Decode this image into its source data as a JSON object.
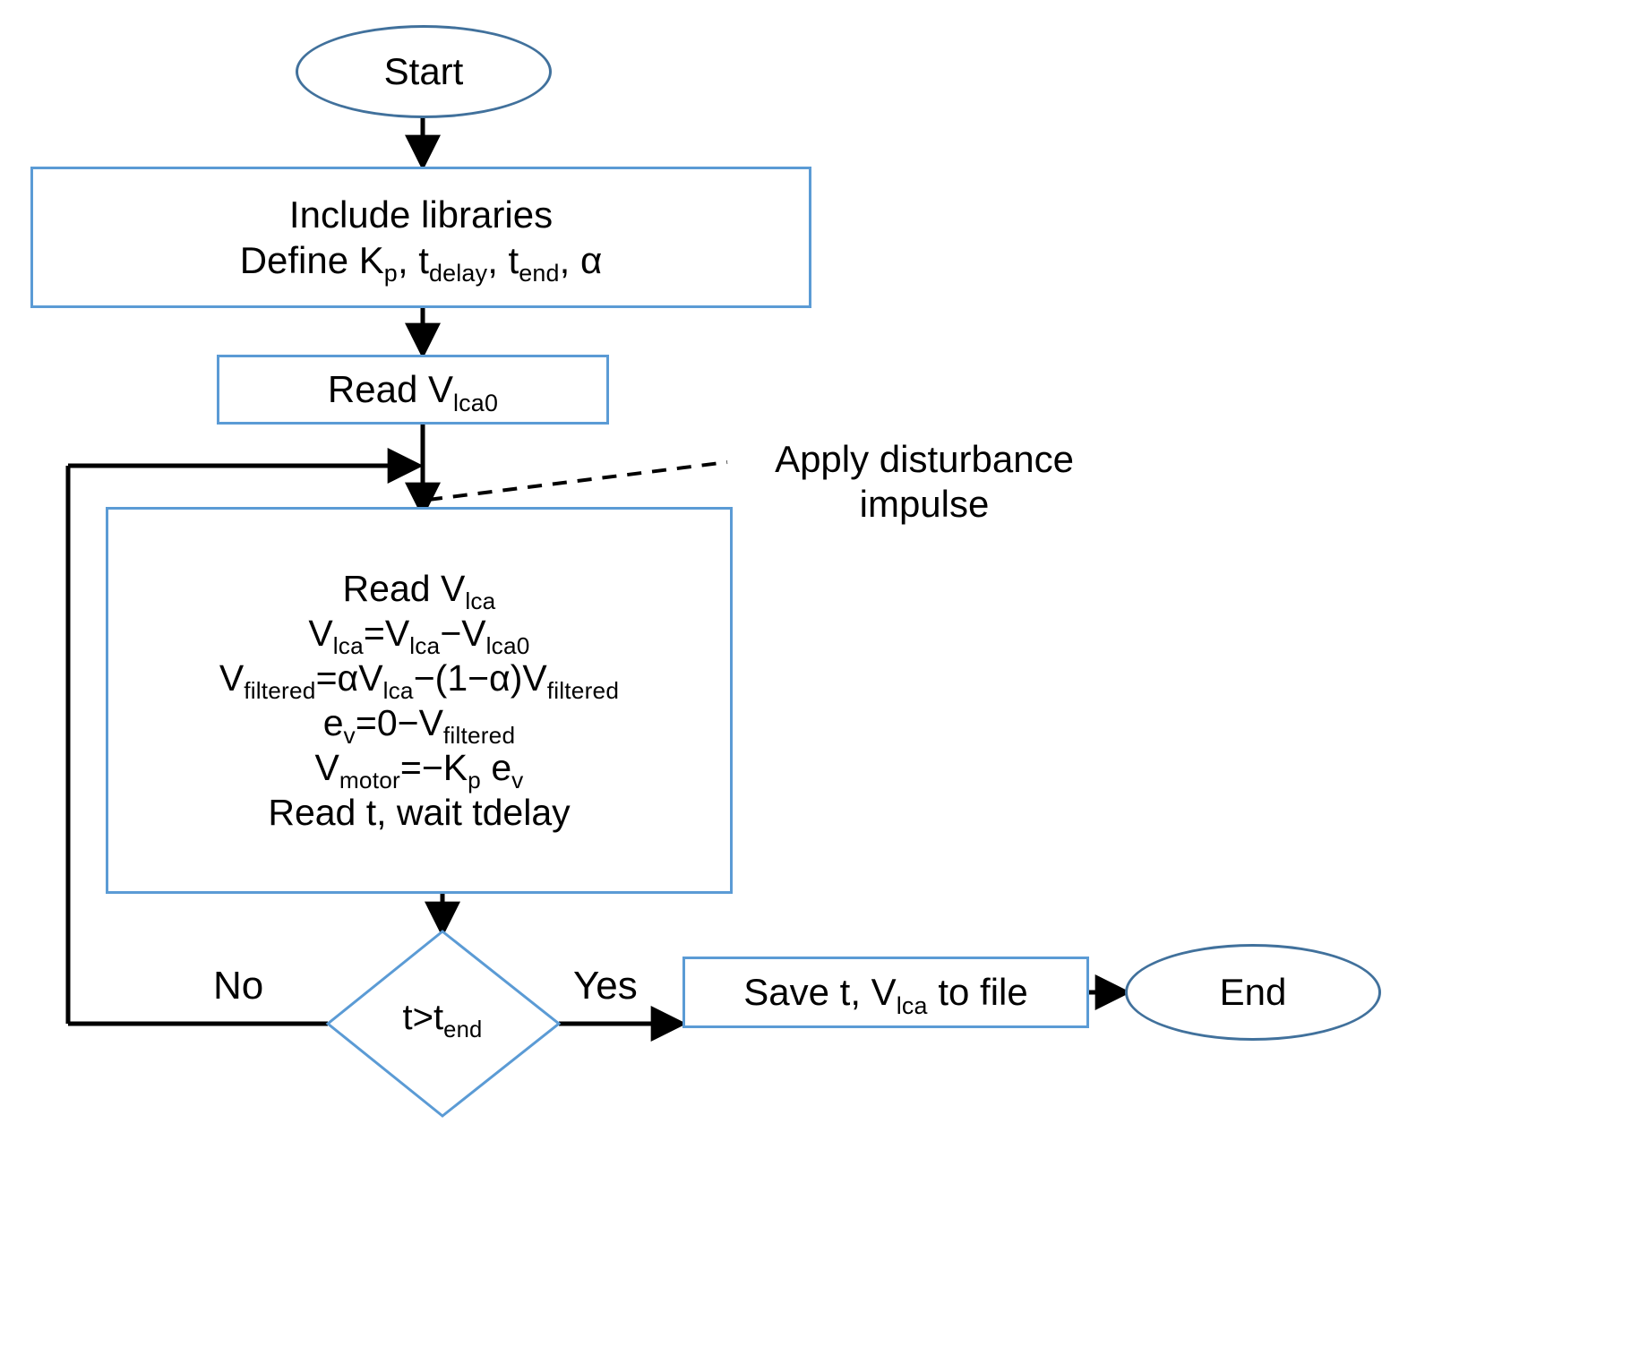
{
  "diagram": {
    "type": "flowchart",
    "title": "",
    "colors": {
      "process_border": "#5b9bd5",
      "terminator_border": "#41719c",
      "connector": "#000000",
      "text": "#000000",
      "background": "#ffffff"
    },
    "nodes": [
      {
        "id": "start",
        "shape": "ellipse",
        "label": "Start"
      },
      {
        "id": "include",
        "shape": "rectangle",
        "lines": [
          {
            "text": "Include libraries"
          },
          {
            "text": "Define K|p, t|delay, t|end, α"
          }
        ],
        "plain_text": "Include libraries / Define Kp, tdelay, tend, α"
      },
      {
        "id": "read-vlca0",
        "shape": "rectangle",
        "lines": [
          {
            "text": "Read V|lca0"
          }
        ],
        "plain_text": "Read Vlca0"
      },
      {
        "id": "loop-body",
        "shape": "rectangle",
        "lines": [
          {
            "text": "Read V|lca"
          },
          {
            "text": "V|lca=V|lca−V|lca0"
          },
          {
            "text": "V|filtered=αV|lca−(1−α)V|filtered"
          },
          {
            "text": "e|v=0−V|filtered"
          },
          {
            "text": "V|motor=−K|p e|v"
          },
          {
            "text": "Read t, wait tdelay"
          }
        ],
        "plain_text": "Read Vlca; Vlca=Vlca−Vlca0; Vfiltered=αVlca−(1−α)Vfiltered; ev=0−Vfiltered; Vmotor=−Kp ev; Read t, wait tdelay"
      },
      {
        "id": "decision",
        "shape": "diamond",
        "lines": [
          {
            "text": "t>t|end"
          }
        ],
        "plain_text": "t>tend"
      },
      {
        "id": "save",
        "shape": "rectangle",
        "lines": [
          {
            "text": "Save t, V|lca to file"
          }
        ],
        "plain_text": "Save t, Vlca to file"
      },
      {
        "id": "end",
        "shape": "ellipse",
        "label": "End"
      }
    ],
    "annotations": [
      {
        "id": "disturbance",
        "line1": "Apply disturbance",
        "line2": "impulse",
        "connector": "dashed"
      }
    ],
    "edge_labels": {
      "no": "No",
      "yes": "Yes"
    }
  }
}
